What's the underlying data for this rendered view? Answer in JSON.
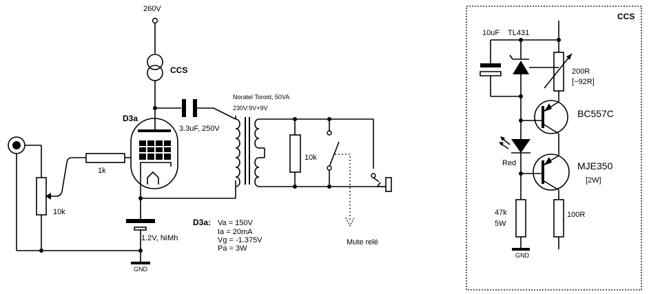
{
  "labels": {
    "supply": "260V",
    "ccs_main": "CCS",
    "tube": "D3a",
    "cap": "3.3uF, 250V",
    "trafo_name": "Noratel Toroid, 50VA",
    "trafo_spec": "230V:9V+9V",
    "r_load": "10k",
    "r_grid": "1k",
    "pot": "10k",
    "battery": "1.2V, NiMh",
    "gnd": "GND",
    "mute": "Mute relé",
    "op_title": "D3a:",
    "op_va": "Va = 150V",
    "op_ia": "Ia = 20mA",
    "op_vg": "Vg = -1.375V",
    "op_pa": "Pa = 3W"
  },
  "ccs_box": {
    "title": "CCS",
    "cap": "10uF",
    "ref": "TL431",
    "r_trim": "200R",
    "r_trim_val": "[~92R]",
    "q1": "BC557C",
    "led": "Red",
    "q2": "MJE350",
    "q2_power": "[2W]",
    "r_bias_val": "47k",
    "r_bias_power": "5W",
    "r_sense": "100R",
    "gnd": "GND"
  }
}
